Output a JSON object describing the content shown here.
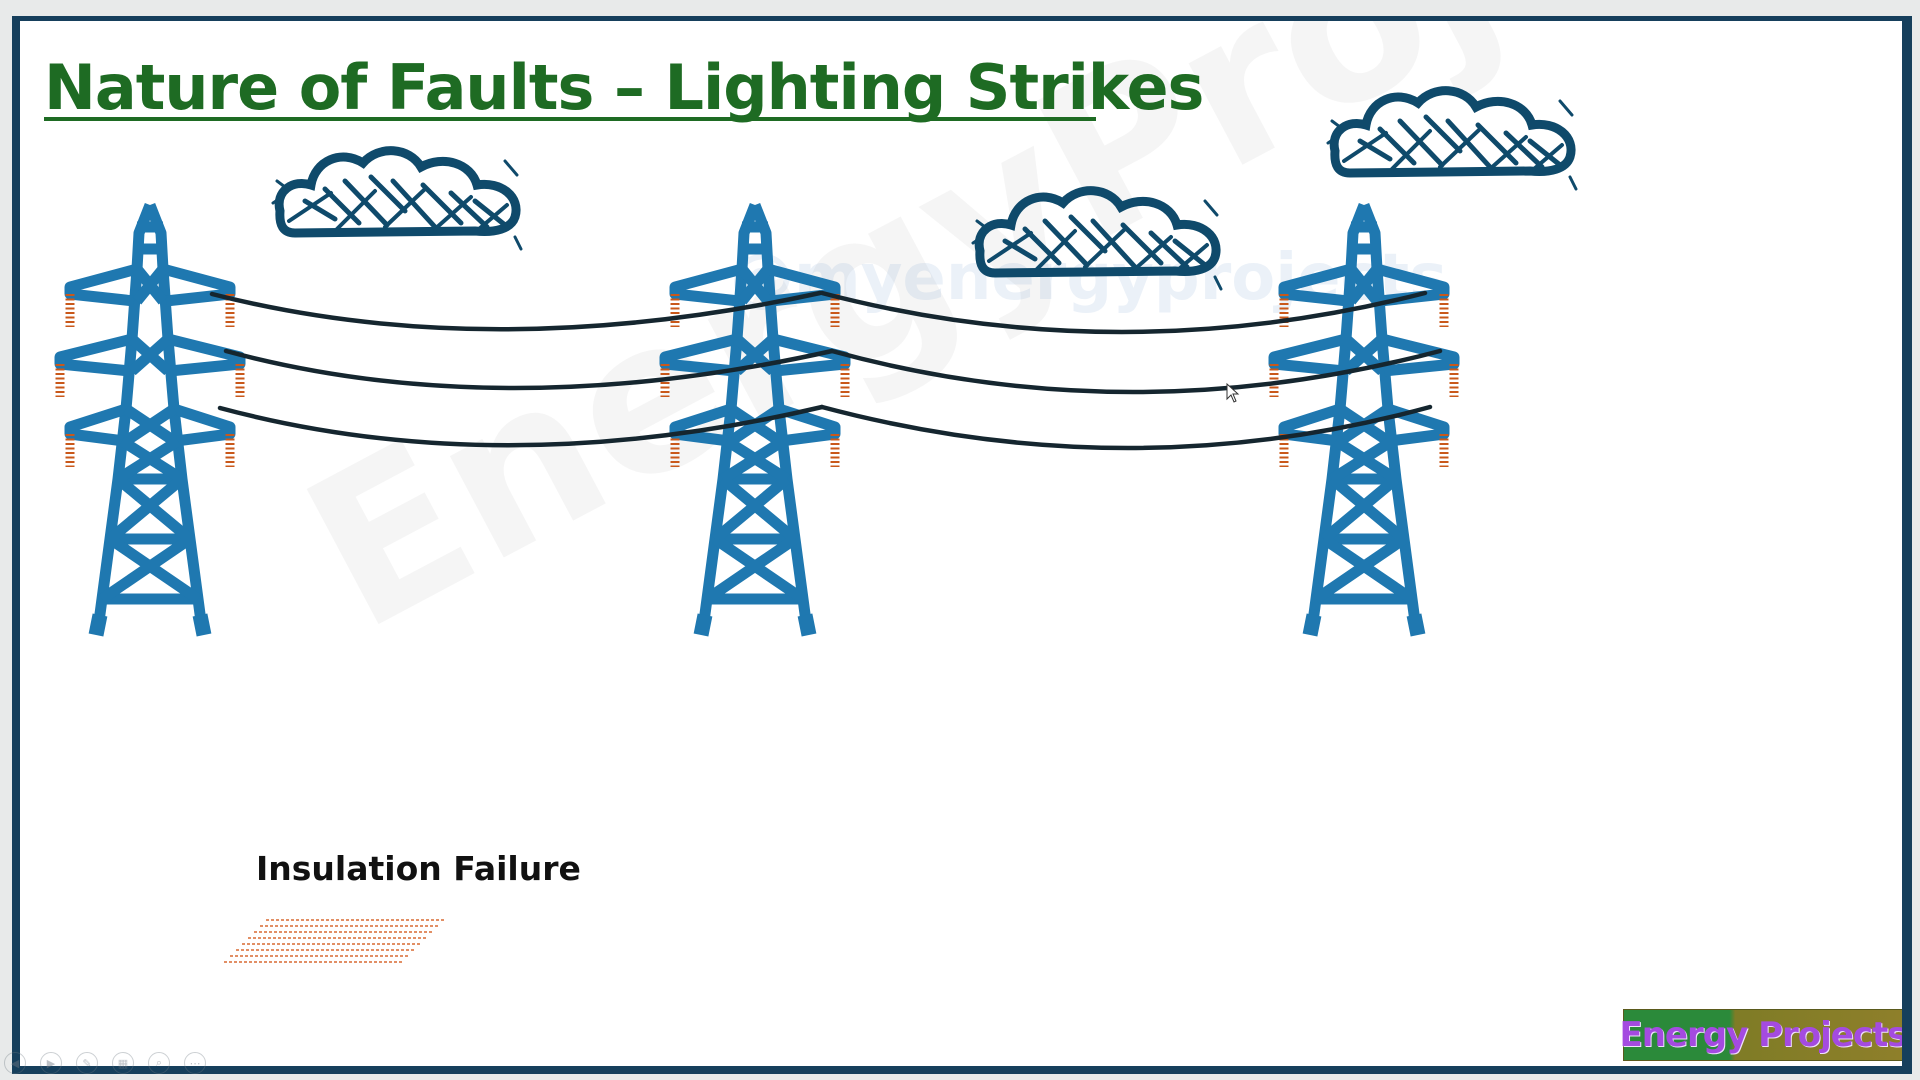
{
  "slide": {
    "title": "Nature of Faults – Lighting Strikes",
    "watermark_handle": "@myenergyprojects",
    "watermark_main": "EnergyProjects",
    "fault_label": "Insulation Failure",
    "logo_text": "Energy Projects"
  },
  "colors": {
    "border": "#163f5c",
    "title": "#1e6b23",
    "tower": "#1f78b0",
    "insulator": "#c9581a",
    "conductor": "#15262f",
    "cloud": "#0f4a6b"
  },
  "nav_controls": [
    {
      "icon": "prev-icon",
      "glyph": "◀"
    },
    {
      "icon": "next-icon",
      "glyph": "▶"
    },
    {
      "icon": "pen-icon",
      "glyph": "✎"
    },
    {
      "icon": "slides-icon",
      "glyph": "▦"
    },
    {
      "icon": "zoom-icon",
      "glyph": "⌕"
    },
    {
      "icon": "more-icon",
      "glyph": "⋯"
    }
  ]
}
